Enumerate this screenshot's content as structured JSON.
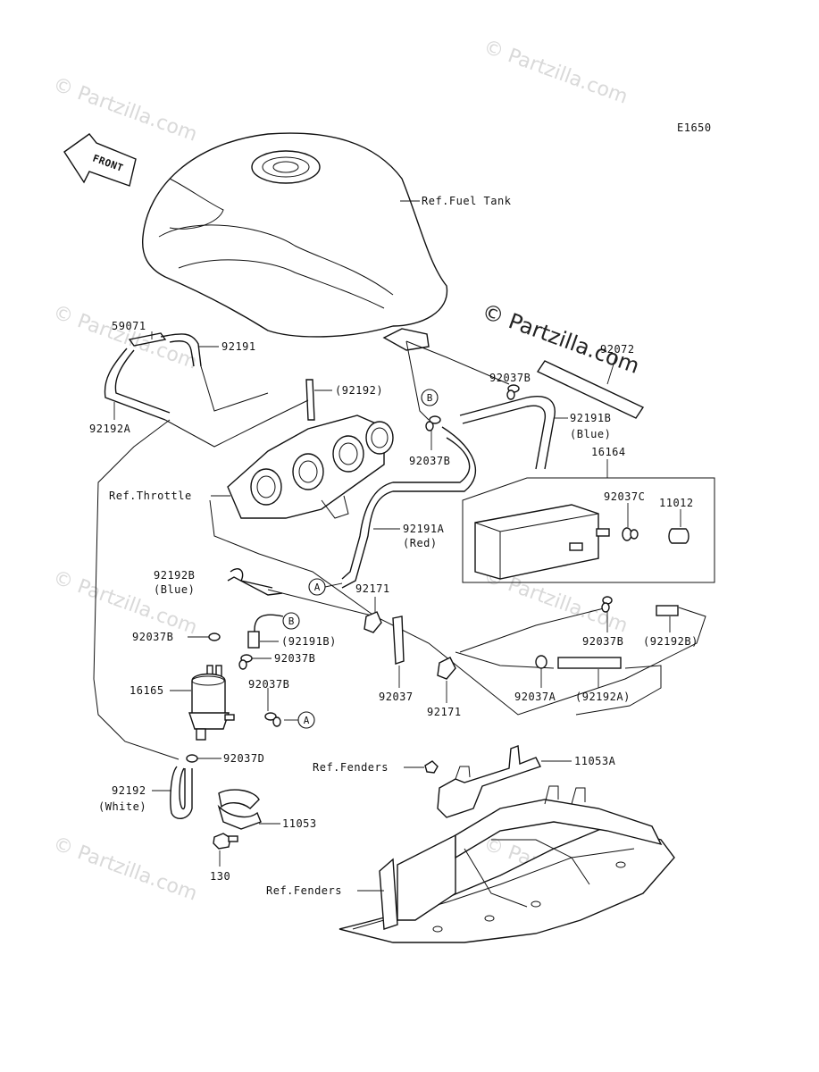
{
  "diagram_code": "E1650",
  "front_label": "FRONT",
  "watermark": "© Partzilla.com",
  "callouts": {
    "a": "A",
    "b": "B"
  },
  "labels": {
    "ref_fuel_tank": "Ref.Fuel Tank",
    "p59071": "59071",
    "p92191": "92191",
    "p92192_paren": "(92192)",
    "p92192a": "92192A",
    "p92072": "92072",
    "p92037b_top": "92037B",
    "p92191b": "92191B",
    "blue_1": "(Blue)",
    "p92037b_mid": "92037B",
    "p16164": "16164",
    "ref_throttle": "Ref.Throttle",
    "p92037c": "92037C",
    "p11012": "11012",
    "p92191a": "92191A",
    "red": "(Red)",
    "p92192b": "92192B",
    "blue_2": "(Blue)",
    "p92171_top": "92171",
    "p92037b_l1": "92037B",
    "p92191b_paren": "(92191B)",
    "p92037b_l2": "92037B",
    "p92037b_r": "92037B",
    "p92192b_paren": "(92192B)",
    "p16165": "16165",
    "p92037b_l3": "92037B",
    "p92037": "92037",
    "p92171_bot": "92171",
    "p92037a": "92037A",
    "p92192a_paren": "(92192A)",
    "p92037d": "92037D",
    "ref_fenders_1": "Ref.Fenders",
    "p11053a": "11053A",
    "p92192": "92192",
    "white": "(White)",
    "p11053": "11053",
    "p130": "130",
    "ref_fenders_2": "Ref.Fenders"
  }
}
